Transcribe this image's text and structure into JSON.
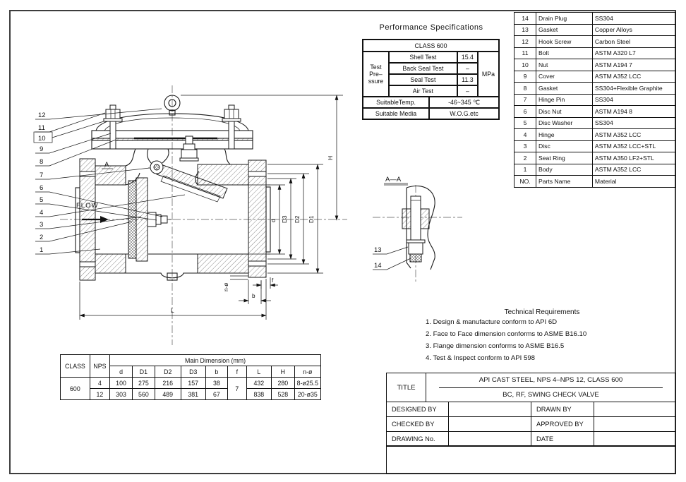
{
  "performance_specs": {
    "title": "Performance Specifications",
    "class_row": "CLASS 600",
    "pressure_label_lines": [
      "Test",
      "Pre–",
      "ssure"
    ],
    "tests": [
      {
        "name": "Shell Test",
        "value": "15.4"
      },
      {
        "name": "Back Seal Test",
        "value": "–"
      },
      {
        "name": "Seal Test",
        "value": "11.3"
      },
      {
        "name": "Air Test",
        "value": "–"
      }
    ],
    "unit": "MPa",
    "temp_label": "SuitableTemp.",
    "temp_value": "-46~345 ℃",
    "media_label": "Suitable Media",
    "media_value": "W.O.G.etc"
  },
  "parts_table": {
    "rows": [
      {
        "no": "14",
        "name": "Drain Plug",
        "material": "SS304"
      },
      {
        "no": "13",
        "name": "Gasket",
        "material": "Copper Alloys"
      },
      {
        "no": "12",
        "name": "Hook Screw",
        "material": "Carbon Steel"
      },
      {
        "no": "11",
        "name": "Bolt",
        "material": "ASTM A320 L7"
      },
      {
        "no": "10",
        "name": "Nut",
        "material": "ASTM A194 7"
      },
      {
        "no": "9",
        "name": "Cover",
        "material": "ASTM A352 LCC"
      },
      {
        "no": "8",
        "name": "Gasket",
        "material": "SS304+Flexible Graphite"
      },
      {
        "no": "7",
        "name": "Hinge Pin",
        "material": "SS304"
      },
      {
        "no": "6",
        "name": "Disc Nut",
        "material": "ASTM A194 8"
      },
      {
        "no": "5",
        "name": "Disc Washer",
        "material": "SS304"
      },
      {
        "no": "4",
        "name": "Hinge",
        "material": "ASTM A352 LCC"
      },
      {
        "no": "3",
        "name": "Disc",
        "material": "ASTM A352 LCC+STL"
      },
      {
        "no": "2",
        "name": "Seat Ring",
        "material": "ASTM A350 LF2+STL"
      },
      {
        "no": "1",
        "name": "Body",
        "material": "ASTM A352 LCC"
      }
    ],
    "footer": {
      "no": "NO.",
      "name": "Parts Name",
      "material": "Material"
    }
  },
  "dimension_table": {
    "class_header": "CLASS",
    "nps_header": "NPS",
    "group_header": "Main Dimension (mm)",
    "columns": [
      "d",
      "D1",
      "D2",
      "D3",
      "b",
      "f",
      "L",
      "H",
      "n-ø"
    ],
    "class_value": "600",
    "f_shared": "7",
    "rows": [
      {
        "nps": "4",
        "d": "100",
        "D1": "275",
        "D2": "216",
        "D3": "157",
        "b": "38",
        "L": "432",
        "H": "280",
        "n": "8-ø25.5"
      },
      {
        "nps": "12",
        "d": "303",
        "D1": "560",
        "D2": "489",
        "D3": "381",
        "b": "67",
        "L": "838",
        "H": "528",
        "n": "20-ø35"
      }
    ]
  },
  "technical_requirements": {
    "title": "Technical Requirements",
    "items": [
      "1. Design & manufacture conform to API 6D",
      "2. Face to Face dimension conforms to ASME B16.10",
      "3. Flange dimension conforms to ASME B16.5",
      "4. Test & Inspect conform to API 598"
    ]
  },
  "title_block": {
    "title_label": "TITLE",
    "title_line1": "API CAST STEEL, NPS 4–NPS 12, CLASS 600",
    "title_line2": "BC, RF, SWING CHECK VALVE",
    "designed_label": "DESIGNED BY",
    "drawn_label": "DRAWN BY",
    "checked_label": "CHECKED  BY",
    "approved_label": "APPROVED BY",
    "drawing_no_label": "DRAWING No.",
    "date_label": "DATE",
    "designed_value": "",
    "drawn_value": "",
    "checked_value": "",
    "approved_value": "",
    "drawing_no_value": "",
    "date_value": ""
  },
  "drawing_labels": {
    "flow": "FLOW",
    "section_mark": "A",
    "section_title": "A—A",
    "dims": {
      "H": "H",
      "D1": "D1",
      "D2": "D2",
      "D3": "D3",
      "d": "d",
      "L": "L",
      "b": "b",
      "f": "f",
      "n_phi": "n-ø"
    },
    "balloons": [
      "12",
      "11",
      "10",
      "9",
      "8",
      "7",
      "6",
      "5",
      "4",
      "3",
      "2",
      "1"
    ],
    "section_balloons": [
      "13",
      "14"
    ]
  }
}
